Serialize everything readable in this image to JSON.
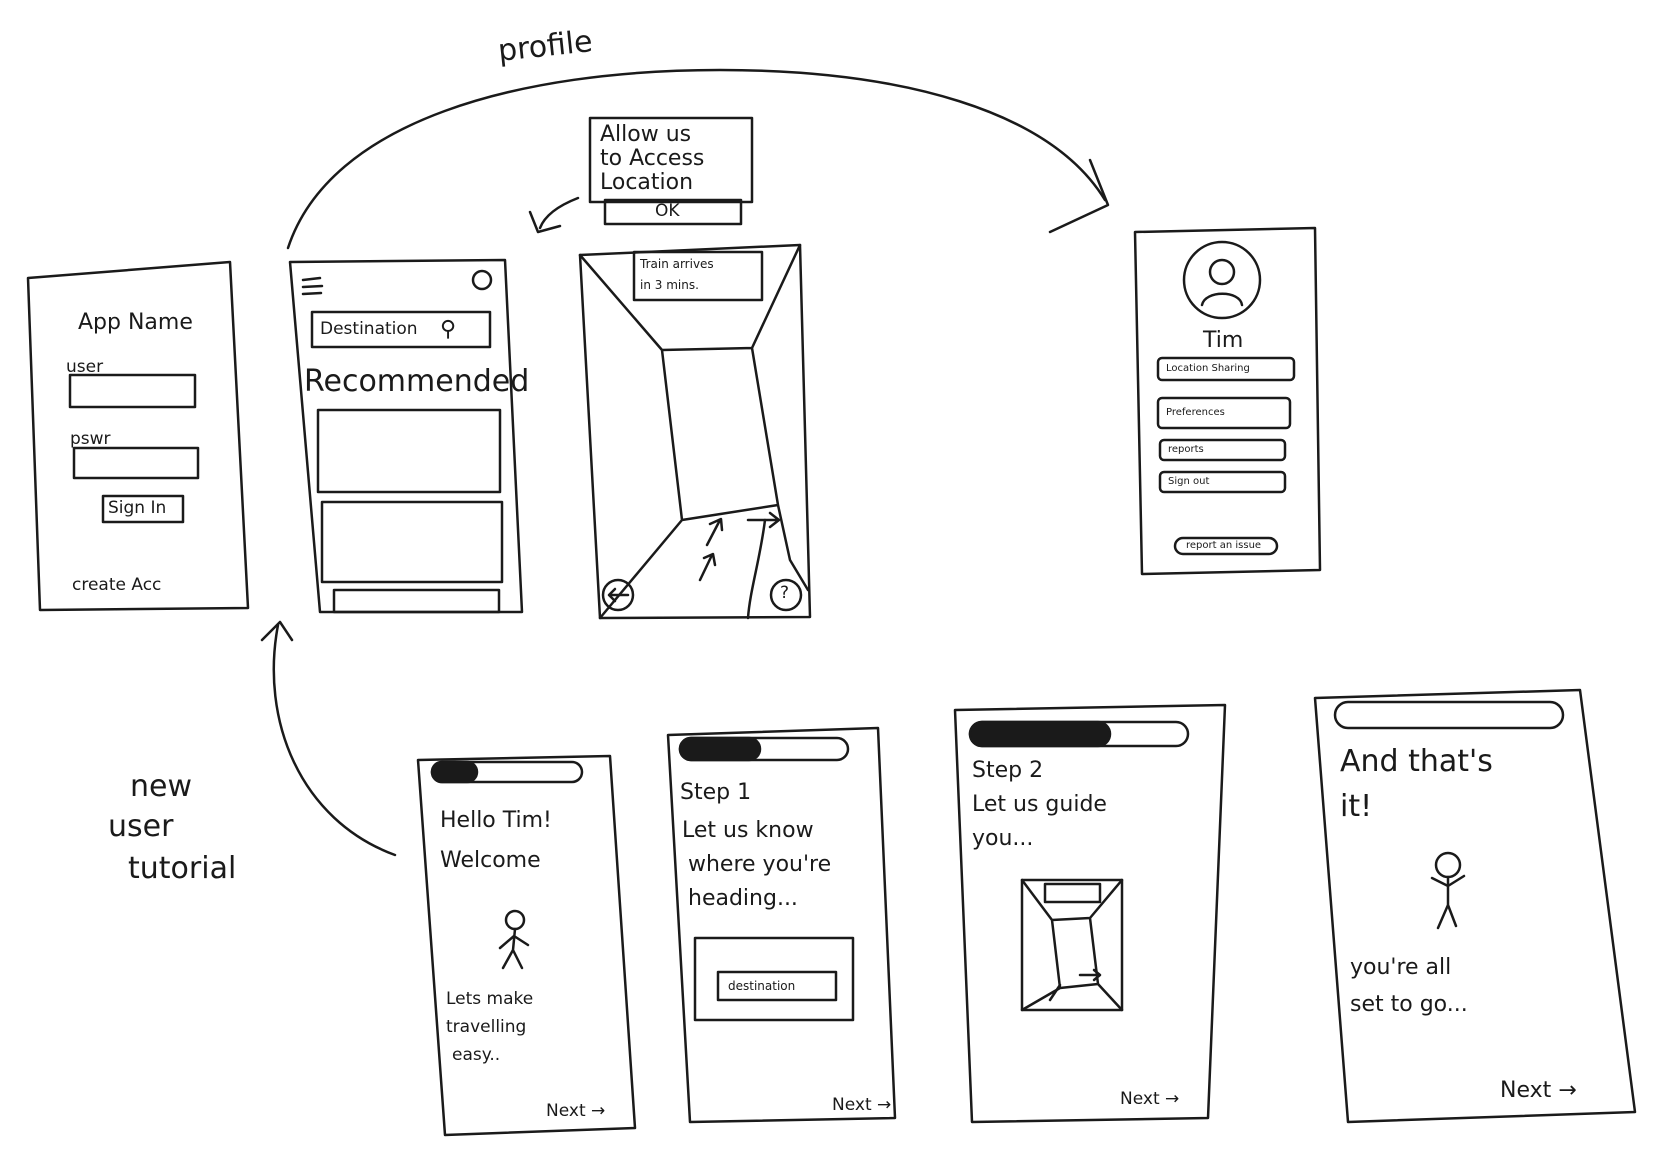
{
  "flow_labels": {
    "profile": "profile",
    "new_user_tutorial": [
      "new",
      "user",
      "tutorial"
    ]
  },
  "location_prompt": {
    "line1": "Allow us",
    "line2": "to Access",
    "line3": "Location",
    "ok": "OK"
  },
  "login_screen": {
    "app_name": "App Name",
    "user_label": "user",
    "pswr_label": "pswr",
    "sign_in": "Sign In",
    "create_acc": "create Acc"
  },
  "home_screen": {
    "search_placeholder": "Destination",
    "recommended": "Recommended"
  },
  "ar_screen": {
    "banner_line1": "Train arrives",
    "banner_line2": "in 3 mins."
  },
  "profile_screen": {
    "name": "Tim",
    "items": [
      "Location Sharing",
      "Preferences",
      "reports",
      "Sign out"
    ],
    "report_button": "report an issue"
  },
  "tutorial": {
    "welcome": {
      "line1": "Hello Tim!",
      "line2": "Welcome",
      "line3": "Lets make",
      "line4": "travelling",
      "line5": "easy..",
      "next": "Next"
    },
    "step1": {
      "line1": "Step 1",
      "line2": "Let us know",
      "line3": "where you're",
      "line4": "heading...",
      "search": "destination",
      "next": "Next"
    },
    "step2": {
      "line1": "Step 2",
      "line2": "Let us guide",
      "line3": "you...",
      "next": "Next"
    },
    "done": {
      "line1": "And that's",
      "line2": "it!",
      "line3": "you're all",
      "line4": "set to go...",
      "next": "Next"
    }
  }
}
